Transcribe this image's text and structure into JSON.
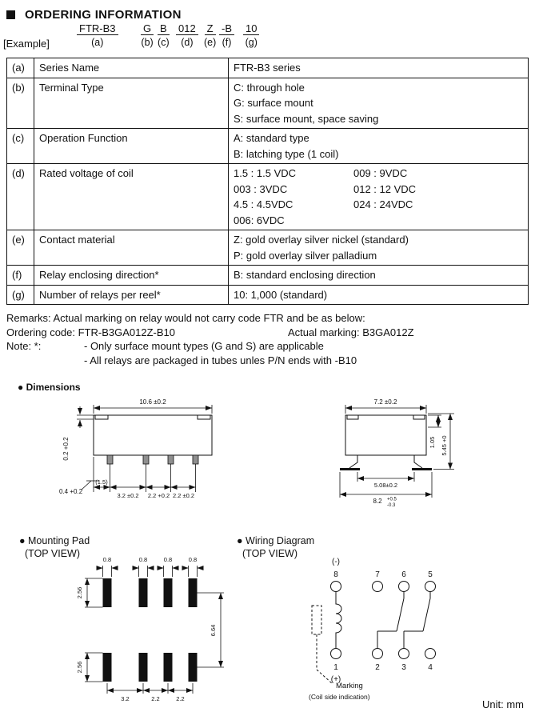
{
  "colors": {
    "ink": "#111111",
    "paper": "#ffffff"
  },
  "header": {
    "title": "ORDERING INFORMATION"
  },
  "ordering_example": {
    "caption": "[Example]",
    "parts": [
      {
        "code": "FTR-B3",
        "label": "(a)"
      },
      {
        "code": "G",
        "label": "(b)"
      },
      {
        "code": "B",
        "label": "(c)"
      },
      {
        "code": "012",
        "label": "(d)"
      },
      {
        "code": "Z",
        "label": "(e)"
      },
      {
        "code": "-B",
        "label": "(f)"
      },
      {
        "code": "10",
        "label": "(g)"
      }
    ]
  },
  "table": {
    "rows": [
      {
        "key": "(a)",
        "name": "Series Name",
        "lines": [
          "FTR-B3 series"
        ]
      },
      {
        "key": "(b)",
        "name": "Terminal Type",
        "lines": [
          "C: through hole",
          "G: surface mount",
          "S: surface mount, space saving"
        ]
      },
      {
        "key": "(c)",
        "name": "Operation Function",
        "lines": [
          "A: standard type",
          "B: latching type (1 coil)"
        ]
      },
      {
        "key": "(d)",
        "name": "Rated voltage of coil",
        "col1": [
          "1.5 : 1.5 VDC",
          "003 : 3VDC",
          "4.5 : 4.5VDC",
          "006: 6VDC"
        ],
        "col2": [
          "009 : 9VDC",
          "012 : 12 VDC",
          "024 : 24VDC"
        ]
      },
      {
        "key": "(e)",
        "name": "Contact material",
        "lines": [
          "Z: gold overlay silver nickel (standard)",
          "P: gold overlay silver palladium"
        ]
      },
      {
        "key": "(f)",
        "name": "Relay enclosing direction*",
        "lines": [
          "B: standard enclosing direction"
        ]
      },
      {
        "key": "(g)",
        "name": "Number of relays per reel*",
        "lines": [
          "10: 1,000 (standard)"
        ]
      }
    ]
  },
  "remarks": {
    "line1": "Remarks: Actual marking on relay would not carry code FTR and be as below:",
    "ordering_code": "Ordering code: FTR-B3GA012Z-B10",
    "actual_marking": "Actual marking: B3GA012Z",
    "note_label": "Note: *:",
    "note1": "- Only surface mount types (G and S) are applicable",
    "note2": "- All relays are packaged in tubes unles P/N ends with -B10"
  },
  "dimensions": {
    "section_title": "● Dimensions",
    "side_view": {
      "width_top": "10.6 ±0.2",
      "lead_thickness": "0.2 +0.2",
      "standoff": "0.4 +0.2",
      "pitch1": "(1.5)",
      "pitch2": "3.2 ±0.2",
      "pitch3": "2.2 +0.2",
      "pitch4": "2.2 ±0.2"
    },
    "end_view": {
      "width_top": "7.2 ±0.2",
      "dim_105": "1.05",
      "height": "5.45 +0",
      "pin_span": "5.08±0.2",
      "width_bottom": "8.2",
      "tol_plus": "+0.5",
      "tol_minus": "-0.3"
    }
  },
  "mounting_pad": {
    "title": "● Mounting Pad",
    "subtitle": "(TOP VIEW)",
    "pad_width": "0.8",
    "pad_height": "2.56",
    "row_span": "6.64",
    "bottom1": "3.2",
    "bottom2": "2.2",
    "bottom3": "2.2"
  },
  "wiring": {
    "title": "● Wiring Diagram",
    "subtitle": "(TOP VIEW)",
    "minus": "(-)",
    "plus": "(+)",
    "top_pins": [
      "8",
      "7",
      "6",
      "5"
    ],
    "bottom_pins": [
      "1",
      "2",
      "3",
      "4"
    ],
    "marking": "Marking",
    "marking_note": "(Coil side indication)"
  },
  "footer": {
    "unit": "Unit: mm"
  }
}
